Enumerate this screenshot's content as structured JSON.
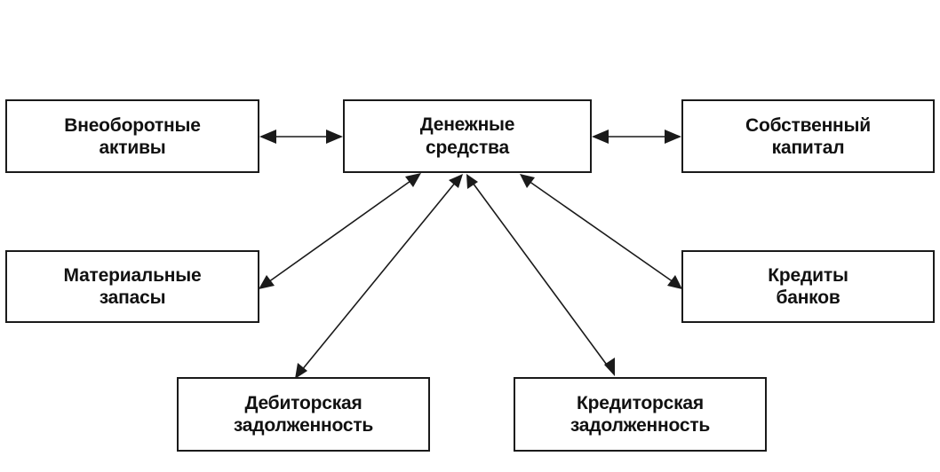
{
  "diagram": {
    "nodes": {
      "noncurrent_assets": {
        "line1": "Внеоборотные",
        "line2": "активы"
      },
      "cash": {
        "line1": "Денежные",
        "line2": "средства"
      },
      "equity": {
        "line1": "Собственный",
        "line2": "капитал"
      },
      "inventory": {
        "line1": "Материальные",
        "line2": "запасы"
      },
      "bank_loans": {
        "line1": "Кредиты",
        "line2": "банков"
      },
      "receivables": {
        "line1": "Дебиторская",
        "line2": "задолженность"
      },
      "payables": {
        "line1": "Кредиторская",
        "line2": "задолженность"
      }
    },
    "edges": [
      {
        "from": "cash",
        "to": "noncurrent_assets",
        "direction": "both"
      },
      {
        "from": "cash",
        "to": "equity",
        "direction": "both"
      },
      {
        "from": "cash",
        "to": "inventory",
        "direction": "both"
      },
      {
        "from": "cash",
        "to": "receivables",
        "direction": "both"
      },
      {
        "from": "cash",
        "to": "payables",
        "direction": "both"
      },
      {
        "from": "cash",
        "to": "bank_loans",
        "direction": "both"
      }
    ],
    "colors": {
      "stroke": "#1a1a1a",
      "background": "#ffffff",
      "text": "#111111"
    }
  }
}
